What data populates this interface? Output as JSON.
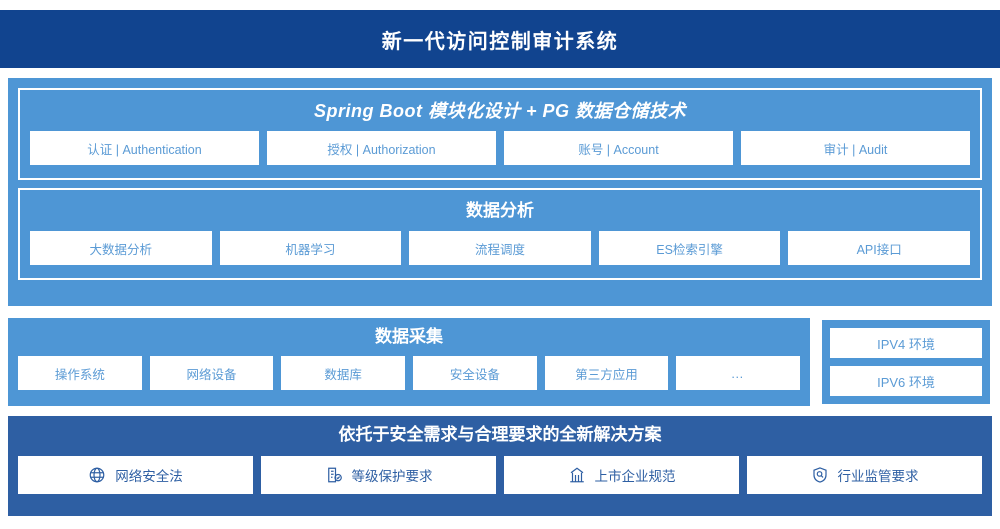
{
  "header": {
    "title": "新一代访问控制审计系统"
  },
  "colors": {
    "header_bg": "#11448F",
    "panel_light": "#4E96D5",
    "panel_dark": "#2E5FA3",
    "card_bg": "#FFFFFF",
    "card_text": "#5B9BD5",
    "solution_card_text": "#2E5FA3"
  },
  "application_layer": {
    "spring": {
      "title": "Spring Boot 模块化设计 + PG 数据仓储技术",
      "cards": [
        {
          "label": "认证 | Authentication"
        },
        {
          "label": "授权 | Authorization"
        },
        {
          "label": "账号 | Account"
        },
        {
          "label": "审计 | Audit"
        }
      ]
    },
    "analysis": {
      "title": "数据分析",
      "cards": [
        {
          "label": "大数据分析"
        },
        {
          "label": "机器学习"
        },
        {
          "label": "流程调度"
        },
        {
          "label": "ES检索引擎"
        },
        {
          "label": "API接口"
        }
      ]
    }
  },
  "collection_layer": {
    "title": "数据采集",
    "cards": [
      {
        "label": "操作系统"
      },
      {
        "label": "网络设备"
      },
      {
        "label": "数据库"
      },
      {
        "label": "安全设备"
      },
      {
        "label": "第三方应用"
      },
      {
        "label": "…"
      }
    ]
  },
  "environment": {
    "cards": [
      {
        "label": "IPV4 环境"
      },
      {
        "label": "IPV6 环境"
      }
    ]
  },
  "solution_layer": {
    "title": "依托于安全需求与合理要求的全新解决方案",
    "cards": [
      {
        "label": "网络安全法",
        "icon": "globe-icon"
      },
      {
        "label": "等级保护要求",
        "icon": "document-check-icon"
      },
      {
        "label": "上市企业规范",
        "icon": "bank-building-icon"
      },
      {
        "label": "行业监管要求",
        "icon": "shield-search-icon"
      }
    ]
  }
}
